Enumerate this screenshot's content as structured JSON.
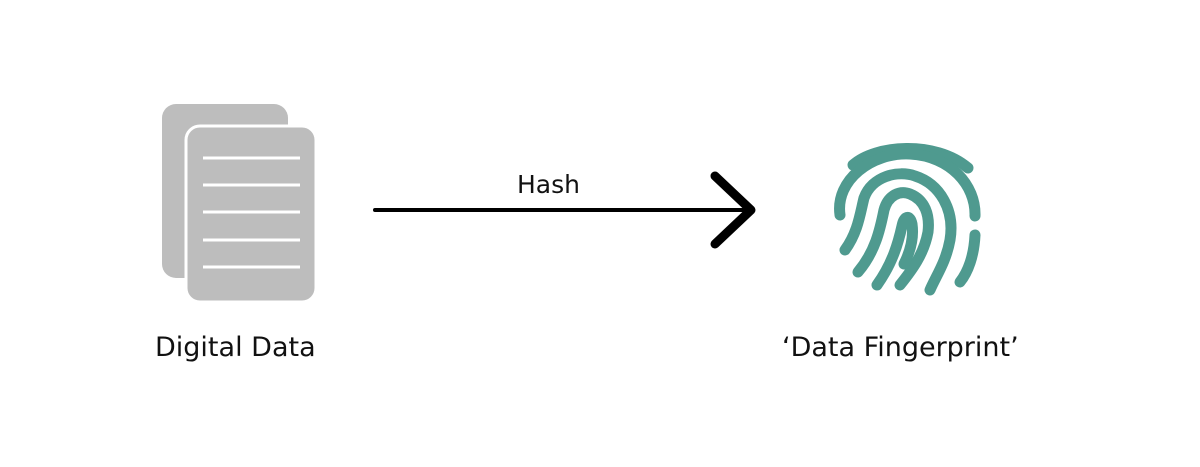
{
  "diagram": {
    "source_label": "Digital Data",
    "arrow_label": "Hash",
    "result_label": "‘Data Fingerprint’",
    "document_icon": "document-stack-icon",
    "fingerprint_icon": "fingerprint-icon"
  },
  "colors": {
    "document_fill": "#bdbdbd",
    "document_lines": "#ffffff",
    "arrow": "#000000",
    "fingerprint": "#4f9a8f",
    "text": "#111111"
  }
}
